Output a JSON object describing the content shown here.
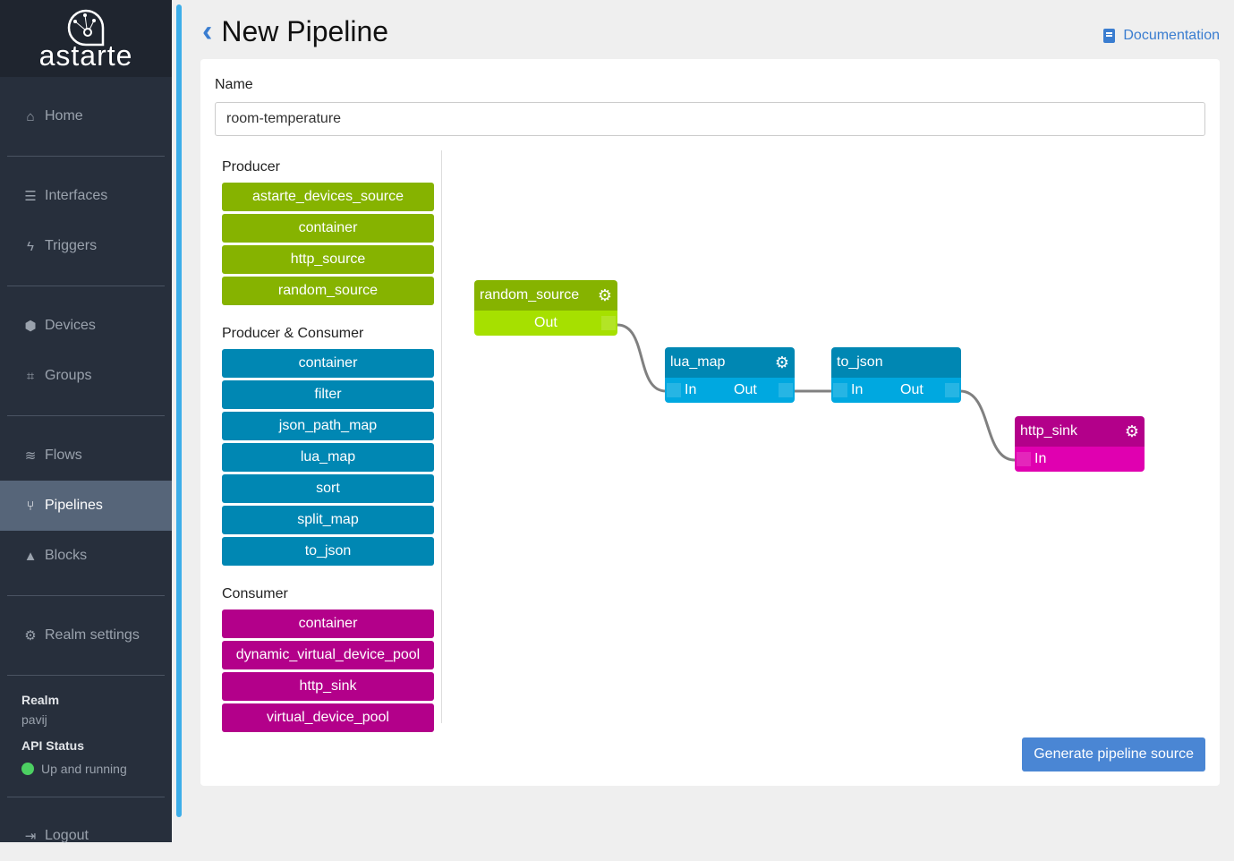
{
  "sidebar": {
    "brand": "astarte",
    "items": [
      {
        "label": "Home",
        "icon": "home-icon"
      },
      {
        "label": "Interfaces",
        "icon": "list-icon"
      },
      {
        "label": "Triggers",
        "icon": "bolt-icon"
      },
      {
        "label": "Devices",
        "icon": "cube-icon"
      },
      {
        "label": "Groups",
        "icon": "group-icon"
      },
      {
        "label": "Flows",
        "icon": "flows-icon"
      },
      {
        "label": "Pipelines",
        "icon": "branch-icon",
        "active": true
      },
      {
        "label": "Blocks",
        "icon": "shapes-icon"
      },
      {
        "label": "Realm settings",
        "icon": "gear-icon"
      },
      {
        "label": "Logout",
        "icon": "logout-icon"
      }
    ],
    "realm_label": "Realm",
    "realm": "pavij",
    "api_label": "API Status",
    "api_status": "Up and running",
    "api_color": "#4cd062"
  },
  "header": {
    "title": "New Pipeline",
    "doc_label": "Documentation"
  },
  "form": {
    "name_label": "Name",
    "name_value": "room-temperature"
  },
  "palette": {
    "producer_label": "Producer",
    "producer": [
      "astarte_devices_source",
      "container",
      "http_source",
      "random_source"
    ],
    "pc_label": "Producer & Consumer",
    "pc": [
      "container",
      "filter",
      "json_path_map",
      "lua_map",
      "sort",
      "split_map",
      "to_json"
    ],
    "consumer_label": "Consumer",
    "consumer": [
      "container",
      "dynamic_virtual_device_pool",
      "http_sink",
      "virtual_device_pool"
    ]
  },
  "colors": {
    "producer": "#86b300",
    "pc": "#0087b3",
    "consumer": "#b3008a"
  },
  "canvas": {
    "nodes": [
      {
        "name": "random_source",
        "out": "Out"
      },
      {
        "name": "lua_map",
        "in": "In",
        "out": "Out"
      },
      {
        "name": "to_json",
        "in": "In",
        "out": "Out"
      },
      {
        "name": "http_sink",
        "in": "In"
      }
    ]
  },
  "actions": {
    "generate": "Generate pipeline source"
  }
}
